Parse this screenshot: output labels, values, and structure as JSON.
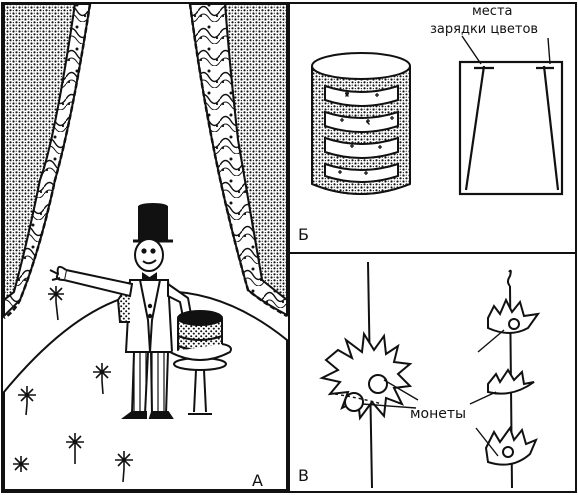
{
  "panels": {
    "a": {
      "label": "А"
    },
    "b": {
      "label": "Б",
      "annotation_line1": "места",
      "annotation_line2": "зарядки цветов"
    },
    "v": {
      "label": "В",
      "annotation": "монеты"
    }
  }
}
